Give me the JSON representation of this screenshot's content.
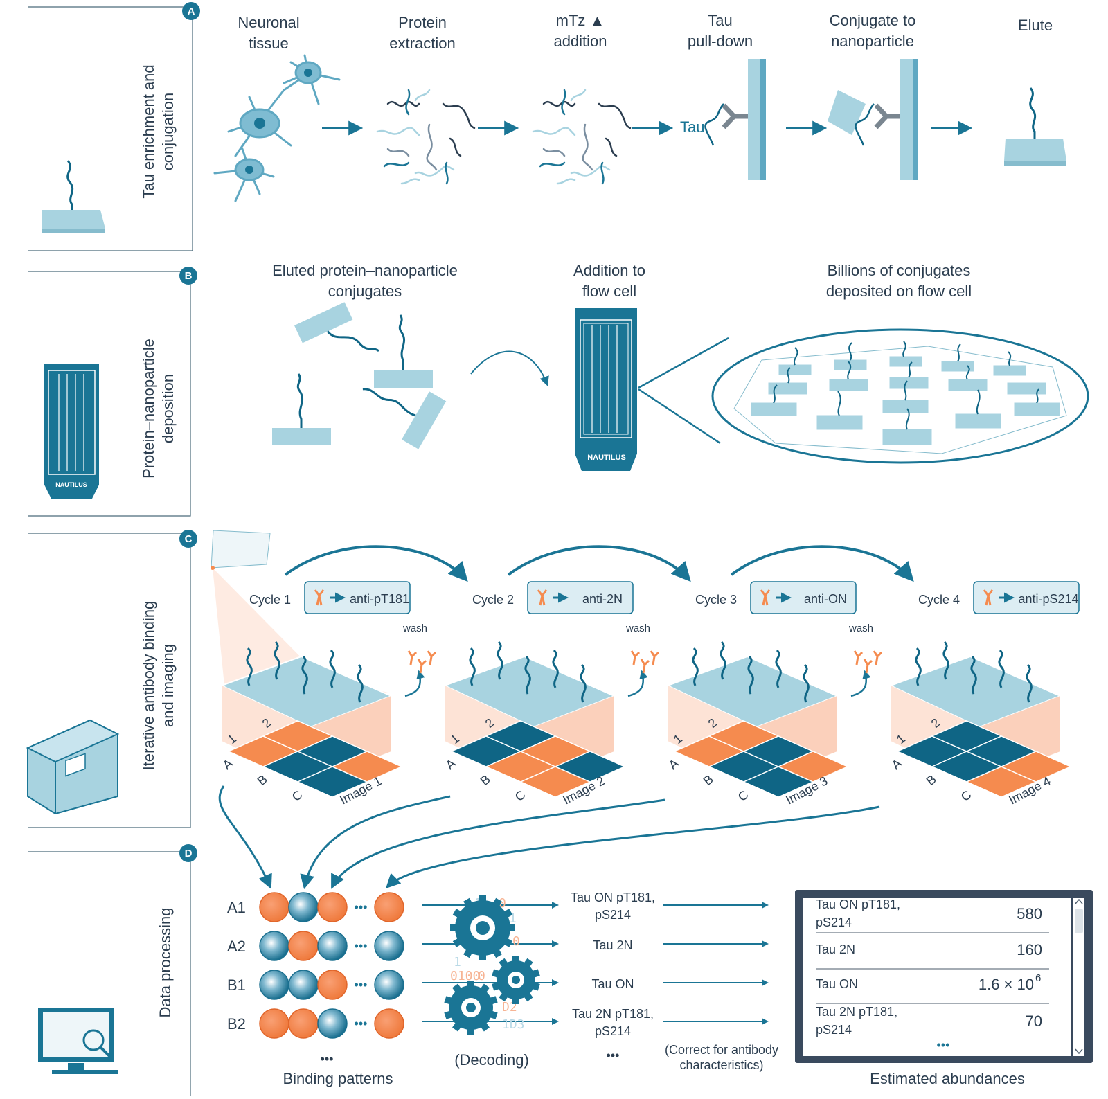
{
  "colors": {
    "teal_dark": "#0f6585",
    "teal": "#1a7595",
    "light_blue": "#a8d3e0",
    "orange": "#f58b4f",
    "peach": "#fde3d6",
    "frame_grey": "#4a5a6a"
  },
  "panel_a": {
    "badge": "A",
    "side_label": [
      "Tau enrichment and",
      "conjugation"
    ],
    "steps": [
      {
        "label": [
          "Neuronal",
          "tissue"
        ]
      },
      {
        "label": [
          "Protein",
          "extraction"
        ]
      },
      {
        "label": [
          "mTz ▲",
          "addition"
        ]
      },
      {
        "label": [
          "Tau",
          "pull-down"
        ]
      },
      {
        "label": [
          "Conjugate to",
          "nanoparticle"
        ]
      },
      {
        "label": [
          "Elute"
        ]
      }
    ],
    "tau_text": "Tau"
  },
  "panel_b": {
    "badge": "B",
    "side_label": [
      "Protein–nanoparticle",
      "deposition"
    ],
    "heading_left": [
      "Eluted protein–nanoparticle",
      "conjugates"
    ],
    "heading_mid": [
      "Addition to",
      "flow cell"
    ],
    "heading_right": [
      "Billions of conjugates",
      "deposited on flow cell"
    ],
    "brand": "NAUTILUS"
  },
  "panel_c": {
    "badge": "C",
    "side_label": [
      "Iterative antibody binding",
      "and imaging"
    ],
    "wash_label": "wash",
    "cycles": [
      {
        "cycle": "Cycle 1",
        "antibody": "anti-pT181",
        "image": "Image 1"
      },
      {
        "cycle": "Cycle 2",
        "antibody": "anti-2N",
        "image": "Image 2"
      },
      {
        "cycle": "Cycle 3",
        "antibody": "anti-ON",
        "image": "Image 3"
      },
      {
        "cycle": "Cycle 4",
        "antibody": "anti-pS214",
        "image": "Image 4"
      }
    ],
    "grid_row_labels": [
      "1",
      "2"
    ],
    "grid_col_labels": [
      "A",
      "B",
      "C"
    ]
  },
  "panel_d": {
    "badge": "D",
    "side_label": [
      "Data processing"
    ],
    "rows": [
      {
        "id": "A1",
        "pattern": [
          "orange",
          "blue",
          "orange",
          "orange"
        ],
        "result": [
          "Tau ON pT181,",
          "pS214"
        ]
      },
      {
        "id": "A2",
        "pattern": [
          "blue",
          "orange",
          "blue",
          "blue"
        ],
        "result": [
          "Tau 2N"
        ]
      },
      {
        "id": "B1",
        "pattern": [
          "blue",
          "blue",
          "orange",
          "blue"
        ],
        "result": [
          "Tau ON"
        ]
      },
      {
        "id": "B2",
        "pattern": [
          "orange",
          "orange",
          "blue",
          "orange"
        ],
        "result": [
          "Tau 2N pT181,",
          "pS214"
        ]
      }
    ],
    "ellipsis": "•••",
    "decoding_label": "(Decoding)",
    "correction_label": [
      "(Correct for antibody",
      "characteristics)"
    ],
    "binding_patterns_label": "Binding patterns",
    "estimated_label": "Estimated abundances",
    "table": [
      {
        "name": [
          "Tau ON pT181,",
          "pS214"
        ],
        "value": "580"
      },
      {
        "name": [
          "Tau 2N"
        ],
        "value": "160"
      },
      {
        "name": [
          "Tau ON"
        ],
        "value": "1.6 × 10",
        "exp": "6"
      },
      {
        "name": [
          "Tau 2N pT181,",
          "pS214"
        ],
        "value": "70"
      }
    ],
    "code_digits": [
      "1",
      "0",
      "1",
      "0",
      "0",
      "0",
      "1",
      "0",
      "0",
      "D2",
      "1D3",
      "0100"
    ]
  }
}
